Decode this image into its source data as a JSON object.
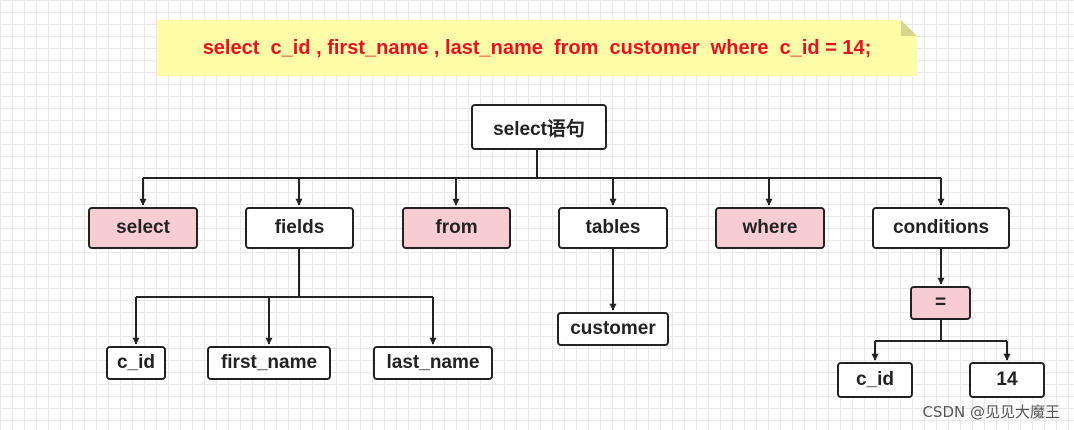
{
  "sql_note": "select  c_id , first_name , last_name  from  customer  where  c_id = 14;",
  "nodes": {
    "root": "select语句",
    "select": "select",
    "fields": "fields",
    "from": "from",
    "tables": "tables",
    "where": "where",
    "conditions": "conditions",
    "c_id": "c_id",
    "first_name": "first_name",
    "last_name": "last_name",
    "customer": "customer",
    "eq": "=",
    "cond_c_id": "c_id",
    "value_14": "14"
  },
  "watermark": "CSDN @见见大魔王",
  "colors": {
    "keyword_fill": "#f8ccd3",
    "note_fill": "#fffda8",
    "note_text": "#e81123"
  }
}
